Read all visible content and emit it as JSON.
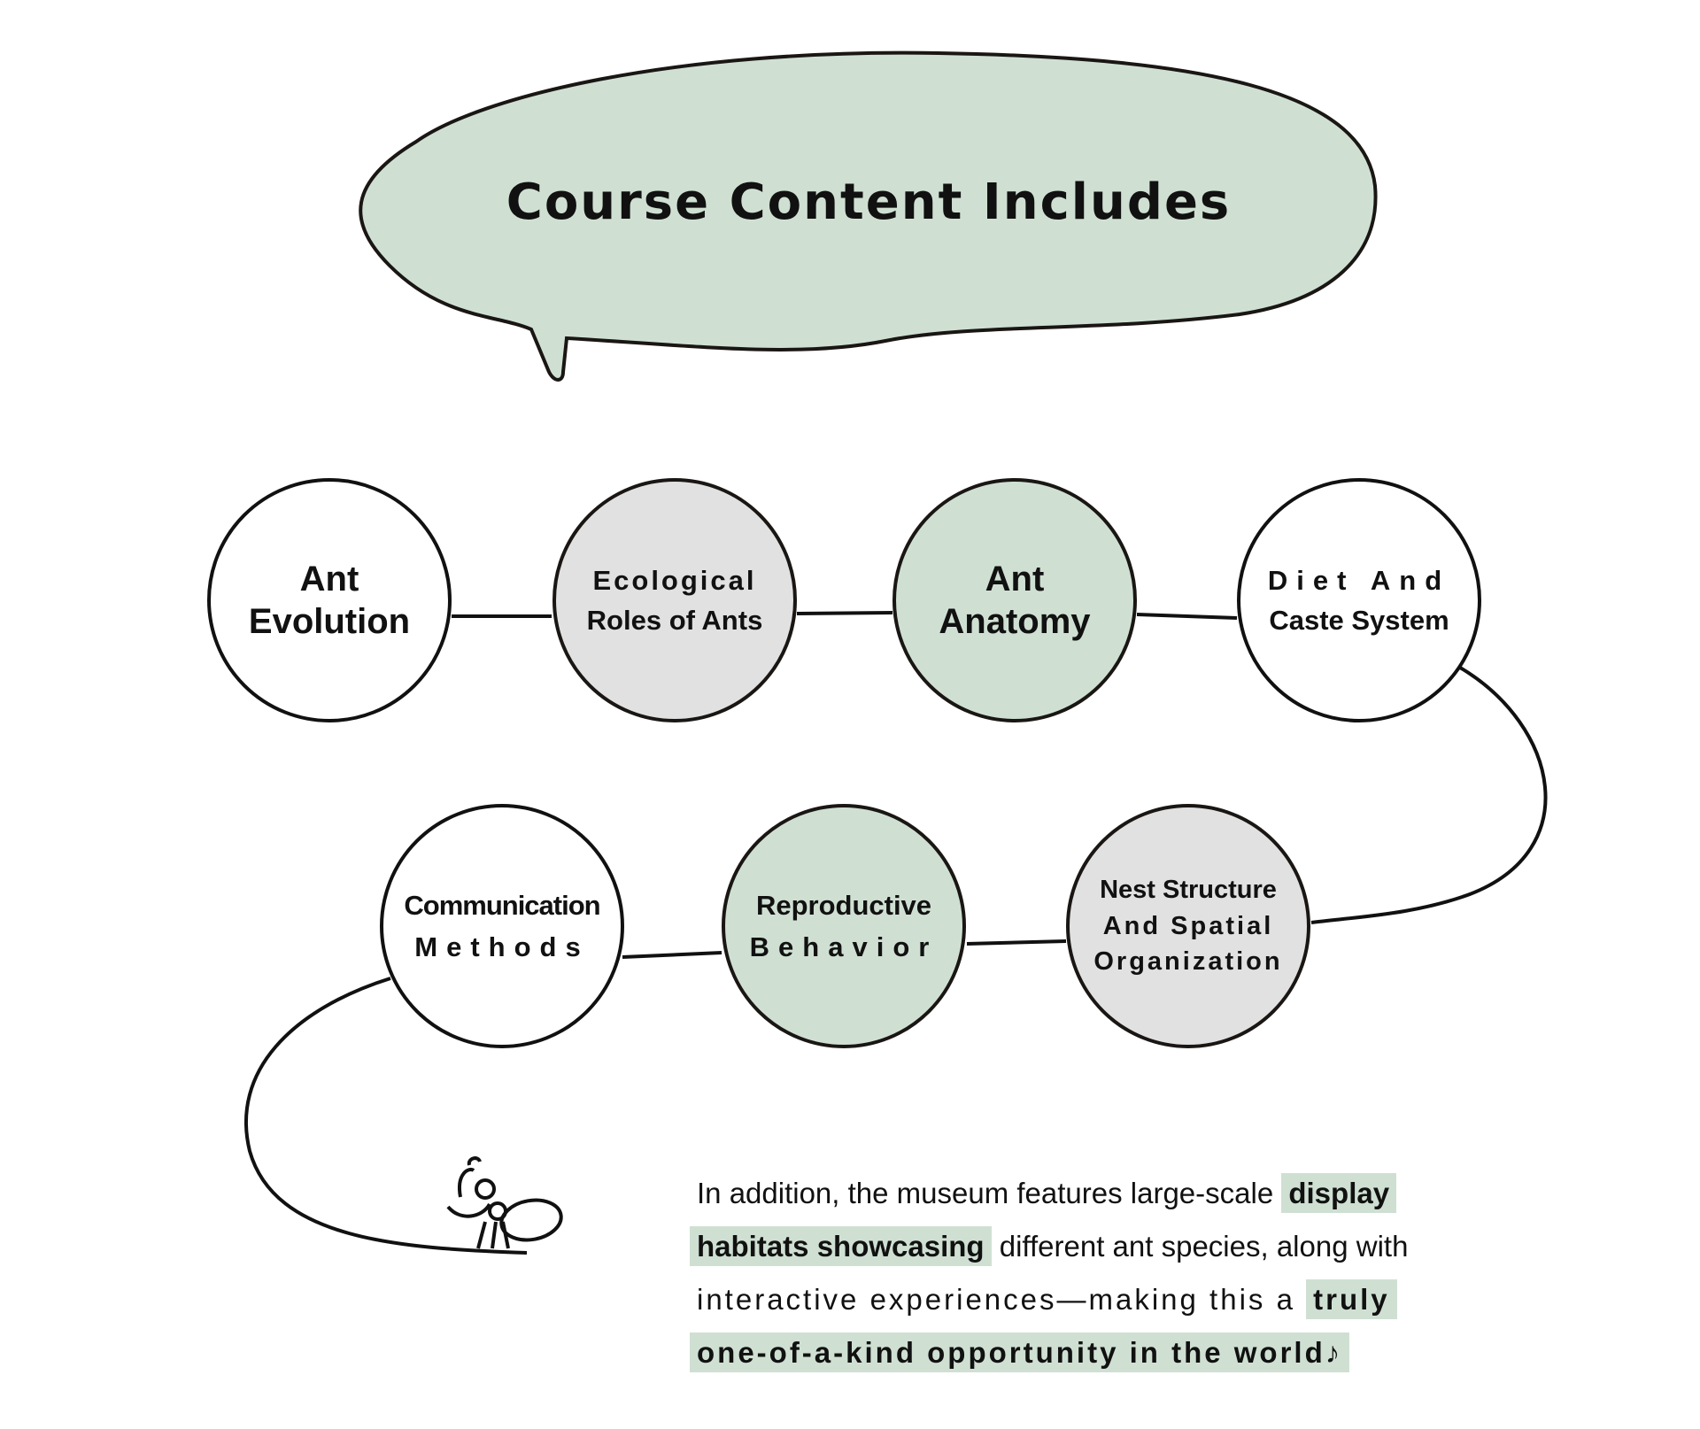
{
  "title": "Course Content Includes",
  "colors": {
    "green": "#cfe0d3",
    "gray": "#e1e1e1",
    "white": "#ffffff",
    "stroke": "#1a1614"
  },
  "topics": [
    {
      "line1": "Ant",
      "line2": "Evolution",
      "fill": "white"
    },
    {
      "line1": "Ecological",
      "line2": "Roles of Ants",
      "fill": "gray"
    },
    {
      "line1": "Ant",
      "line2": "Anatomy",
      "fill": "green"
    },
    {
      "line1": "Diet And",
      "line2": "Caste System",
      "fill": "white"
    },
    {
      "line1": "Nest Structure",
      "line2": "And Spatial",
      "line3": "Organization",
      "fill": "gray"
    },
    {
      "line1": "Reproductive",
      "line2": "Behavior",
      "fill": "green"
    },
    {
      "line1": "Communication",
      "line2": "Methods",
      "fill": "white"
    }
  ],
  "paragraph": {
    "l1_plain": "In addition, the museum features large-scale ",
    "l1_bold": "display",
    "l2_bold": "habitats showcasing",
    "l2_plain": " different ant species, along with",
    "l3_plain": "interactive experiences—making this a ",
    "l3_bold": "truly",
    "l4_bold": "one-of-a-kind opportunity in the world♪"
  }
}
